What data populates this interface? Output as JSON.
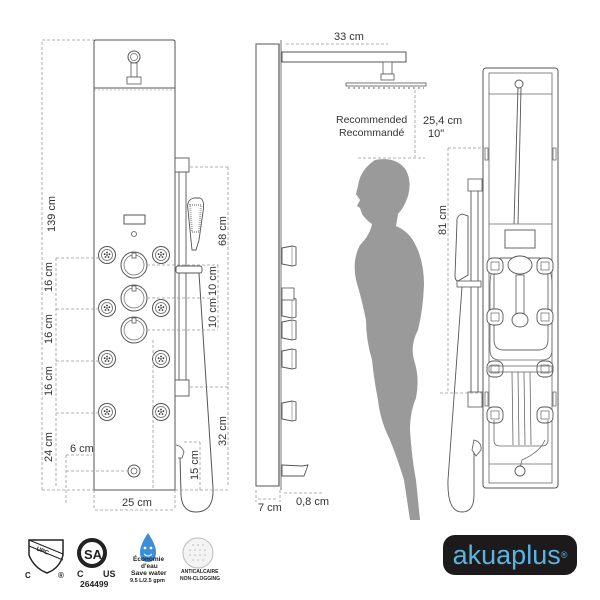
{
  "front_view": {
    "height_total": "139 cm",
    "width": "25 cm",
    "jet_spacing": [
      "16 cm",
      "16 cm",
      "16 cm"
    ],
    "bottom_jet_height": "24 cm",
    "spout_offset": "6 cm",
    "slide_bar_length": "68 cm",
    "knob_spacing": [
      "10 cm",
      "10 cm"
    ],
    "lower_bar_height": "32 cm",
    "hose_outlet_height": "15 cm"
  },
  "side_view": {
    "arm_length": "33 cm",
    "recommended_label_en": "Recommended",
    "recommended_label_fr": "Recommandé",
    "head_clearance_cm": "25,4 cm",
    "head_clearance_in": "10\"",
    "depth": "7 cm",
    "panel_thickness": "0,8 cm"
  },
  "rear_view": {
    "handshower_height": "81 cm"
  },
  "certifications": {
    "upc": {
      "text": "UPC",
      "c": "C",
      "r": "®"
    },
    "csa": {
      "text": "SA",
      "c": "C",
      "us": "US",
      "number": "264499"
    },
    "water": {
      "line1": "Économie",
      "line2": "d'eau",
      "line3": "Save water",
      "line4": "9.5 L/2.5 gpm"
    },
    "anticalc": {
      "line1": "ANTICALCAIRE",
      "line2": "NON-CLOGGING"
    }
  },
  "brand": {
    "name": "akuaplus",
    "mark": "®"
  },
  "colors": {
    "silhouette": "#9a9a9a",
    "logo_bg": "#1c1a1a",
    "logo_text": "#5ab3e0",
    "water_drop": "#3a8fd8"
  }
}
